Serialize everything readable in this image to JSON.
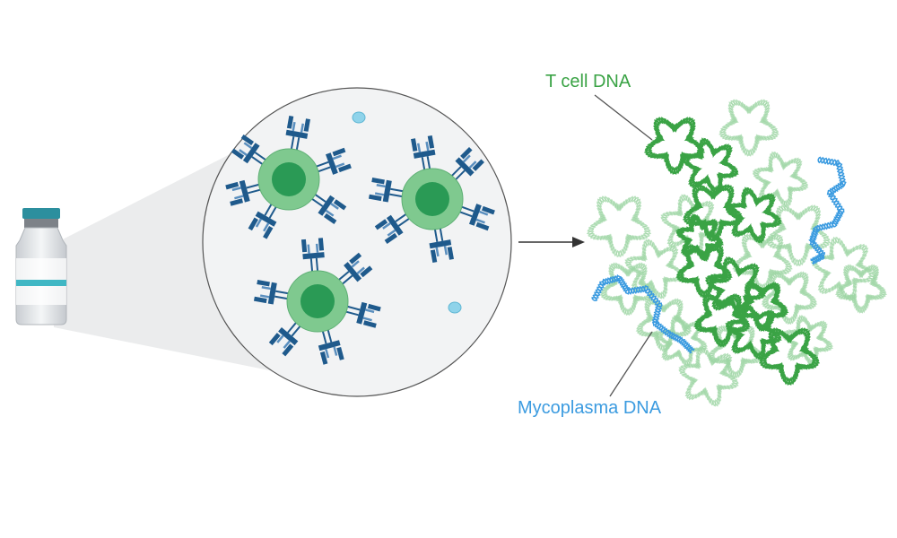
{
  "labels": {
    "tcell_dna": "T cell DNA",
    "mycoplasma_dna": "Mycoplasma DNA"
  },
  "colors": {
    "tcell_dna": "#3aa345",
    "mycoplasma_dna": "#3b9be0",
    "cell_outer": "#7fc98f",
    "cell_nucleus": "#2a9a55",
    "antibody": "#1f5a8c",
    "mycoplasma_particle": "#8fd3ea",
    "arrow": "#333333"
  },
  "scene": {
    "cells": 3,
    "free_particles": 2
  }
}
